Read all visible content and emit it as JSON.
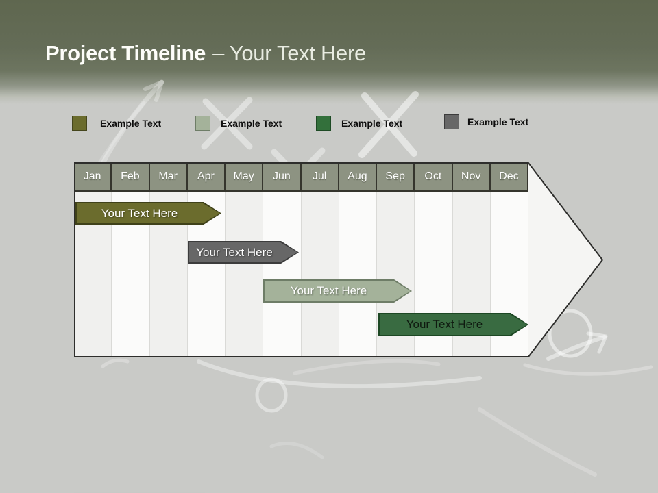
{
  "slide": {
    "title_bold": "Project Timeline",
    "title_rest": "– Your Text Here"
  },
  "legend": {
    "items": [
      {
        "label": "Example Text",
        "color": "#6b6c2d"
      },
      {
        "label": "Example Text",
        "color": "#a4b29a"
      },
      {
        "label": "Example Text",
        "color": "#33703b"
      },
      {
        "label": "Example Text",
        "color": "#676767"
      }
    ]
  },
  "timeline": {
    "months": [
      "Jan",
      "Feb",
      "Mar",
      "Apr",
      "May",
      "Jun",
      "Jul",
      "Aug",
      "Sep",
      "Oct",
      "Nov",
      "Dec"
    ],
    "header_color": "#8d9382"
  },
  "bars": [
    {
      "label": "Your  Text Here",
      "color": "#6b6c2d",
      "text_color": "#ffffff"
    },
    {
      "label": "Your  Text Here",
      "color": "#676767",
      "text_color": "#ffffff"
    },
    {
      "label": "Your  Text Here",
      "color": "#a4b29a",
      "text_color": "#ffffff"
    },
    {
      "label": "Your  Text Here",
      "color": "#396b41",
      "text_color": "#0f1a10"
    }
  ],
  "colors": {
    "band": "#656c58",
    "background": "#c9cac7",
    "arrow_fill": "#f5f5f3",
    "arrow_outline": "#2e2e2c"
  },
  "chart_data": {
    "type": "bar",
    "subtype": "gantt_timeline",
    "title": "Project Timeline – Your Text Here",
    "x_categories": [
      "Jan",
      "Feb",
      "Mar",
      "Apr",
      "May",
      "Jun",
      "Jul",
      "Aug",
      "Sep",
      "Oct",
      "Nov",
      "Dec"
    ],
    "series": [
      {
        "name": "Your Text Here",
        "row": 1,
        "start_month": "Jan",
        "end_month": "Apr",
        "start_index": 0.0,
        "end_index": 3.4,
        "color": "#6b6c2d"
      },
      {
        "name": "Your Text Here",
        "row": 2,
        "start_month": "Apr",
        "end_month": "Jun",
        "start_index": 3.0,
        "end_index": 5.9,
        "color": "#676767"
      },
      {
        "name": "Your Text Here",
        "row": 3,
        "start_month": "Jun",
        "end_month": "Sep",
        "start_index": 5.0,
        "end_index": 8.9,
        "color": "#a4b29a"
      },
      {
        "name": "Your Text Here",
        "row": 4,
        "start_month": "Sep",
        "end_month": "Dec",
        "start_index": 8.0,
        "end_index": 12.0,
        "color": "#396b41"
      }
    ],
    "legend_position": "top",
    "grid": "vertical-month-columns",
    "axis_labels_on": "top-header-row"
  }
}
